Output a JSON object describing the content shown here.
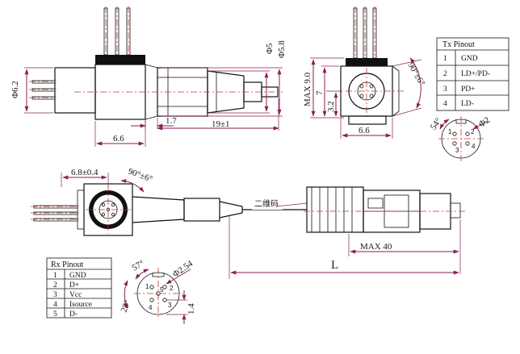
{
  "dimensions": {
    "d_6_2": "Φ6.2",
    "d_5": "Φ5",
    "d_5_8": "Φ5.8",
    "d_1_7": "1.7",
    "d_19": "19±1",
    "d_6_6_side": "6.6",
    "d_max_9": "MAX 9.0",
    "d_7": "7",
    "d_3_2": "3.2",
    "d_6_6_front": "6.6",
    "d_angle_tx": "90°±6°",
    "d_6_8": "6.8±0.4",
    "d_angle_rx": "90°±6°",
    "d_max_40": "MAX 40",
    "d_L": "L",
    "d_57": "57°",
    "d_254": "Φ2.54",
    "d_28": "28°",
    "d_14": "1.4",
    "d_tx_2": "Φ2",
    "d_tx_54": "54°"
  },
  "labels": {
    "barcode": "二维码"
  },
  "tx_pin_labels": [
    "1",
    "2",
    "3",
    "4"
  ],
  "rx_pin_labels": [
    "1",
    "2",
    "3",
    "4",
    "5"
  ],
  "tx_pinout": {
    "title": "Tx Pinout",
    "rows": [
      {
        "pin": "1",
        "name": "GND"
      },
      {
        "pin": "2",
        "name": "LD+/PD-"
      },
      {
        "pin": "3",
        "name": "PD+"
      },
      {
        "pin": "4",
        "name": "LD-"
      }
    ]
  },
  "rx_pinout": {
    "title": "Rx Pinout",
    "rows": [
      {
        "pin": "1",
        "name": "GND"
      },
      {
        "pin": "2",
        "name": "D+"
      },
      {
        "pin": "3",
        "name": "Vcc"
      },
      {
        "pin": "4",
        "name": "Isource"
      },
      {
        "pin": "5",
        "name": "D-"
      }
    ]
  }
}
